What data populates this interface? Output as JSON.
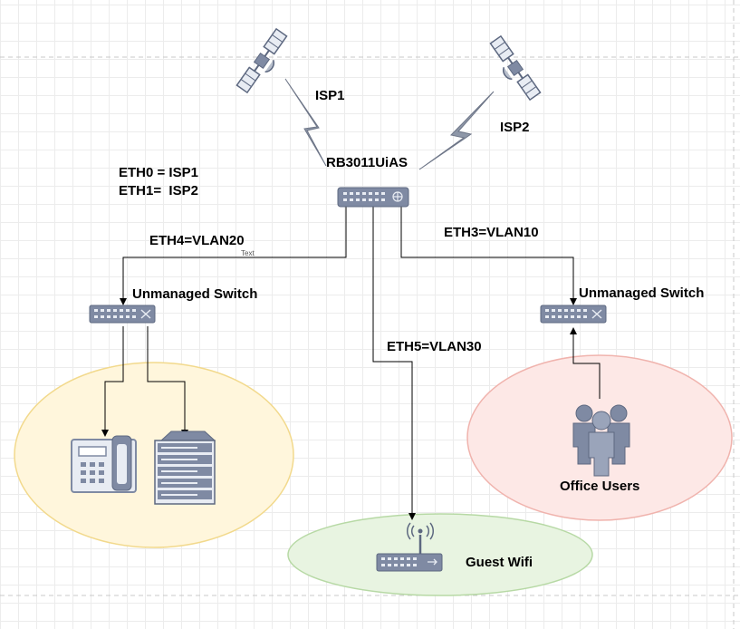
{
  "router": {
    "label": "RB3011UiAS"
  },
  "isp": {
    "isp1": "ISP1",
    "isp2": "ISP2"
  },
  "wan_mapping": {
    "line1": "ETH0 = ISP1",
    "line2": "ETH1=  ISP2"
  },
  "links": {
    "eth4": "ETH4=VLAN20",
    "eth3": "ETH3=VLAN10",
    "eth5": "ETH5=VLAN30",
    "text_placeholder": "Text"
  },
  "switches": {
    "left": "Unmanaged Switch",
    "right": "Unmanaged Switch"
  },
  "zones": {
    "office_users": "Office Users",
    "guest_wifi": "Guest Wifi"
  },
  "colors": {
    "voip_zone_fill": "#fff6dc",
    "voip_zone_stroke": "#f2d98c",
    "office_zone_fill": "#fde8e6",
    "office_zone_stroke": "#f0b3ad",
    "wifi_zone_fill": "#e8f4e1",
    "wifi_zone_stroke": "#b7d9a5",
    "device": "#7f8aa3",
    "device_dark": "#5d6880",
    "device_light": "#e8ecf3",
    "link": "#000000",
    "wireless_bolt": "#8e97a8"
  }
}
